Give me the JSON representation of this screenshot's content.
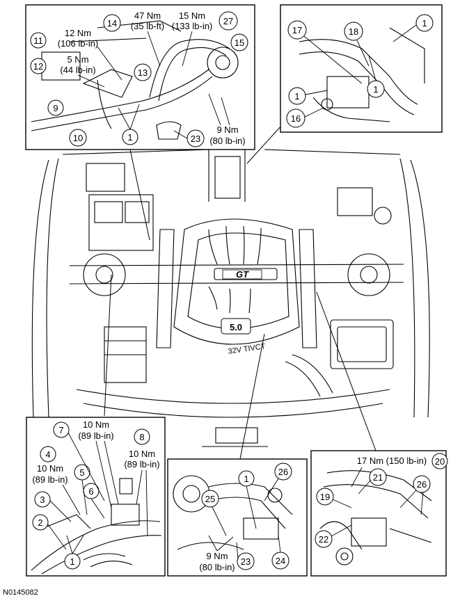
{
  "figure_ref": "N0145082",
  "callouts": {
    "top_left": {
      "c14": "14",
      "c27": "27",
      "c11": "11",
      "c12": "12",
      "c13": "13",
      "c15": "15",
      "c9": "9",
      "c10": "10",
      "c1": "1",
      "c23": "23",
      "t47": "47 Nm",
      "t47b": "(35 lb-ft)",
      "t15": "15 Nm",
      "t15b": "(133 lb-in)",
      "t12": "12 Nm",
      "t12b": "(106 lb-in)",
      "t5": "5 Nm",
      "t5b": "(44 lb-in)",
      "t9": "9 Nm",
      "t9b": "(80 lb-in)"
    },
    "top_right": {
      "c17": "17",
      "c18": "18",
      "c1a": "1",
      "c1b": "1",
      "c1c": "1",
      "c16": "16"
    },
    "bottom_left": {
      "c7": "7",
      "c8": "8",
      "c4": "4",
      "c5": "5",
      "c6": "6",
      "c3": "3",
      "c2": "2",
      "c1": "1",
      "t10a": "10 Nm",
      "t10ab": "(89 lb-in)",
      "t10b": "10 Nm",
      "t10bb": "(89 lb-in)",
      "t10c": "10 Nm",
      "t10cb": "(89 lb-in)"
    },
    "bottom_mid": {
      "c1": "1",
      "c26": "26",
      "c25": "25",
      "c23": "23",
      "c24": "24",
      "t9": "9 Nm",
      "t9b": "(80 lb-in)"
    },
    "bottom_right": {
      "c20": "20",
      "c21": "21",
      "c26": "26",
      "c19": "19",
      "c22": "22",
      "t17": "17 Nm (150 lb-in)"
    }
  },
  "engine_marks": {
    "badge": "GT",
    "displacement": "5.0",
    "cover_text": "32V TIVCT"
  }
}
